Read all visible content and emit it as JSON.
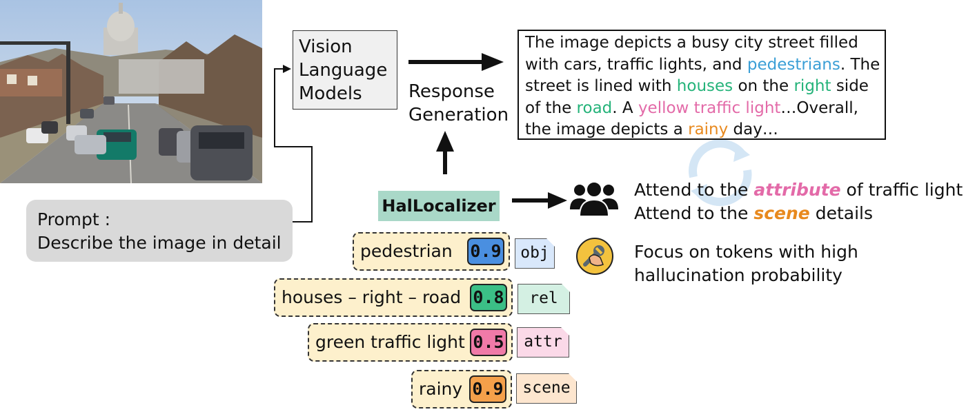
{
  "prompt": {
    "line1": "Prompt :",
    "line2": "Describe the image in detail"
  },
  "vlm": {
    "line1": "Vision",
    "line2": "Language",
    "line3": "Models"
  },
  "response_generation": {
    "line1": "Response",
    "line2": "Generation"
  },
  "response": {
    "segments": [
      {
        "text": "The image depicts a busy city street filled with cars, traffic lights, and ",
        "cls": ""
      },
      {
        "text": "pedestrians",
        "cls": "c-blue"
      },
      {
        "text": ". The street is lined with ",
        "cls": ""
      },
      {
        "text": "houses",
        "cls": "c-green"
      },
      {
        "text": " on the ",
        "cls": ""
      },
      {
        "text": "right",
        "cls": "c-green"
      },
      {
        "text": " side of the ",
        "cls": ""
      },
      {
        "text": "road",
        "cls": "c-green"
      },
      {
        "text": ". A ",
        "cls": ""
      },
      {
        "text": "yellow traffic light",
        "cls": "c-pink"
      },
      {
        "text": "…Overall, the image depicts a ",
        "cls": ""
      },
      {
        "text": "rainy",
        "cls": "c-orange"
      },
      {
        "text": " day…",
        "cls": ""
      }
    ]
  },
  "hallocalizer": {
    "label": "HalLocalizer"
  },
  "attend": {
    "line1_pre": "Attend to the ",
    "line1_em": "attribute",
    "line1_post": " of traffic light",
    "line2_pre": "Attend to the ",
    "line2_em": "scene",
    "line2_post": " details"
  },
  "focus": {
    "line1": "Focus on tokens with high",
    "line2": "hallucination probability"
  },
  "tokens": [
    {
      "text": "pedestrian",
      "score": "0.9",
      "tag": "obj",
      "score_color": "#4a8fe0",
      "tag_color": "#d9e8fb"
    },
    {
      "text": "houses – right – road",
      "score": "0.8",
      "tag": "rel",
      "score_color": "#3bbf86",
      "tag_color": "#d4f0e3"
    },
    {
      "text": "green traffic light",
      "score": "0.5",
      "tag": "attr",
      "score_color": "#f07aa8",
      "tag_color": "#fbd9e8"
    },
    {
      "text": "rainy",
      "score": "0.9",
      "tag": "scene",
      "score_color": "#f4a04a",
      "tag_color": "#fde6cf"
    }
  ],
  "icons": {
    "users": "users-group-icon",
    "tool": "wrench-hand-icon",
    "refresh": "refresh-icon",
    "photo": "street-scene-image"
  },
  "colors": {
    "obj": "#4a8fe0",
    "rel": "#3bbf86",
    "attr": "#f07aa8",
    "scene": "#f4a04a",
    "hallocalizer": "#a9d8c8"
  }
}
